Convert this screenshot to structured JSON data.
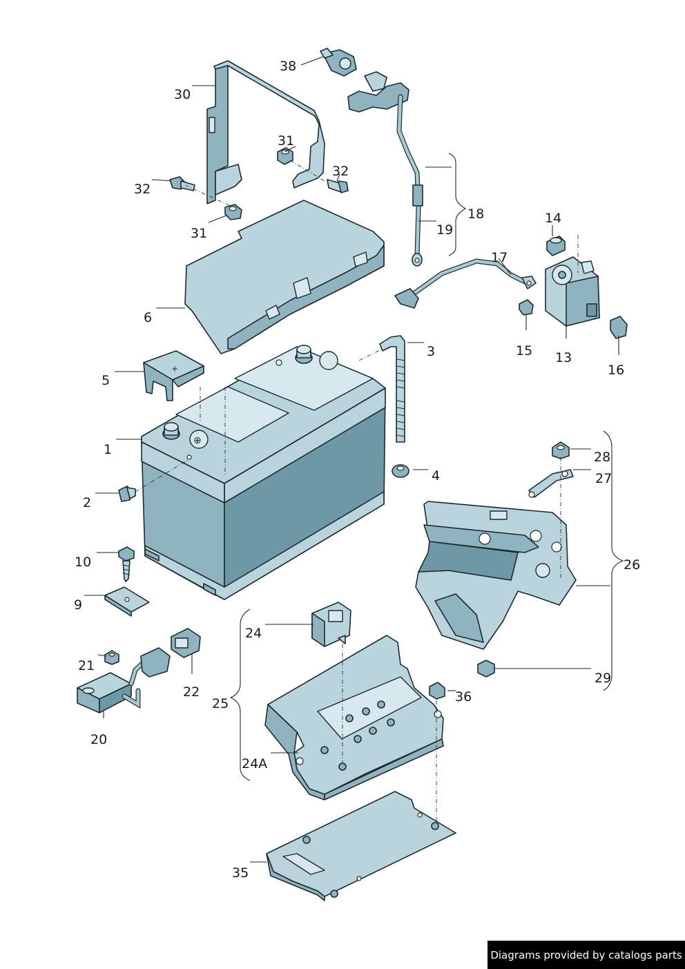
{
  "callouts": {
    "c38": "38",
    "c30": "30",
    "c31a": "31",
    "c32a": "32",
    "c32b": "32",
    "c31b": "31",
    "c18": "18",
    "c19": "19",
    "c14": "14",
    "c17": "17",
    "c6": "6",
    "c3": "3",
    "c15": "15",
    "c13": "13",
    "c16": "16",
    "c5": "5",
    "c1": "1",
    "c4": "4",
    "c28": "28",
    "c27": "27",
    "c2": "2",
    "c26": "26",
    "c10": "10",
    "c9": "9",
    "c24": "24",
    "c21": "21",
    "c22": "22",
    "c25": "25",
    "c36": "36",
    "c29": "29",
    "c20": "20",
    "c24A": "24A",
    "c35": "35"
  },
  "footer": {
    "credit": "Diagrams provided by catalogs parts"
  }
}
